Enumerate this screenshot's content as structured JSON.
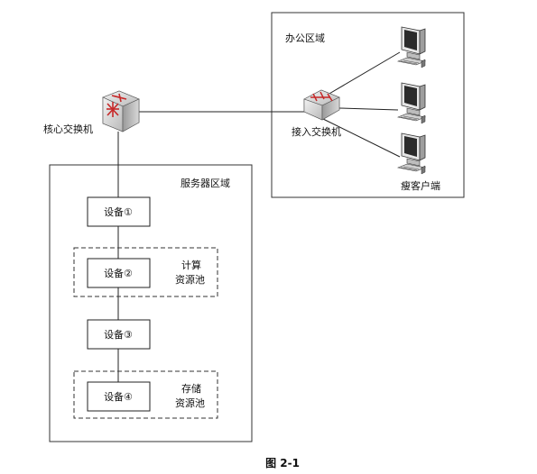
{
  "zones": {
    "office": "办公区域",
    "server": "服务器区域"
  },
  "switches": {
    "core": "核心交换机",
    "access": "接入交换机"
  },
  "clients": {
    "thin_client_label": "瘦客户端"
  },
  "devices": [
    "设备①",
    "设备②",
    "设备③",
    "设备④"
  ],
  "pools": {
    "compute": [
      "计算",
      "资源池"
    ],
    "storage": [
      "存储",
      "资源池"
    ]
  },
  "caption": "图 2-1"
}
